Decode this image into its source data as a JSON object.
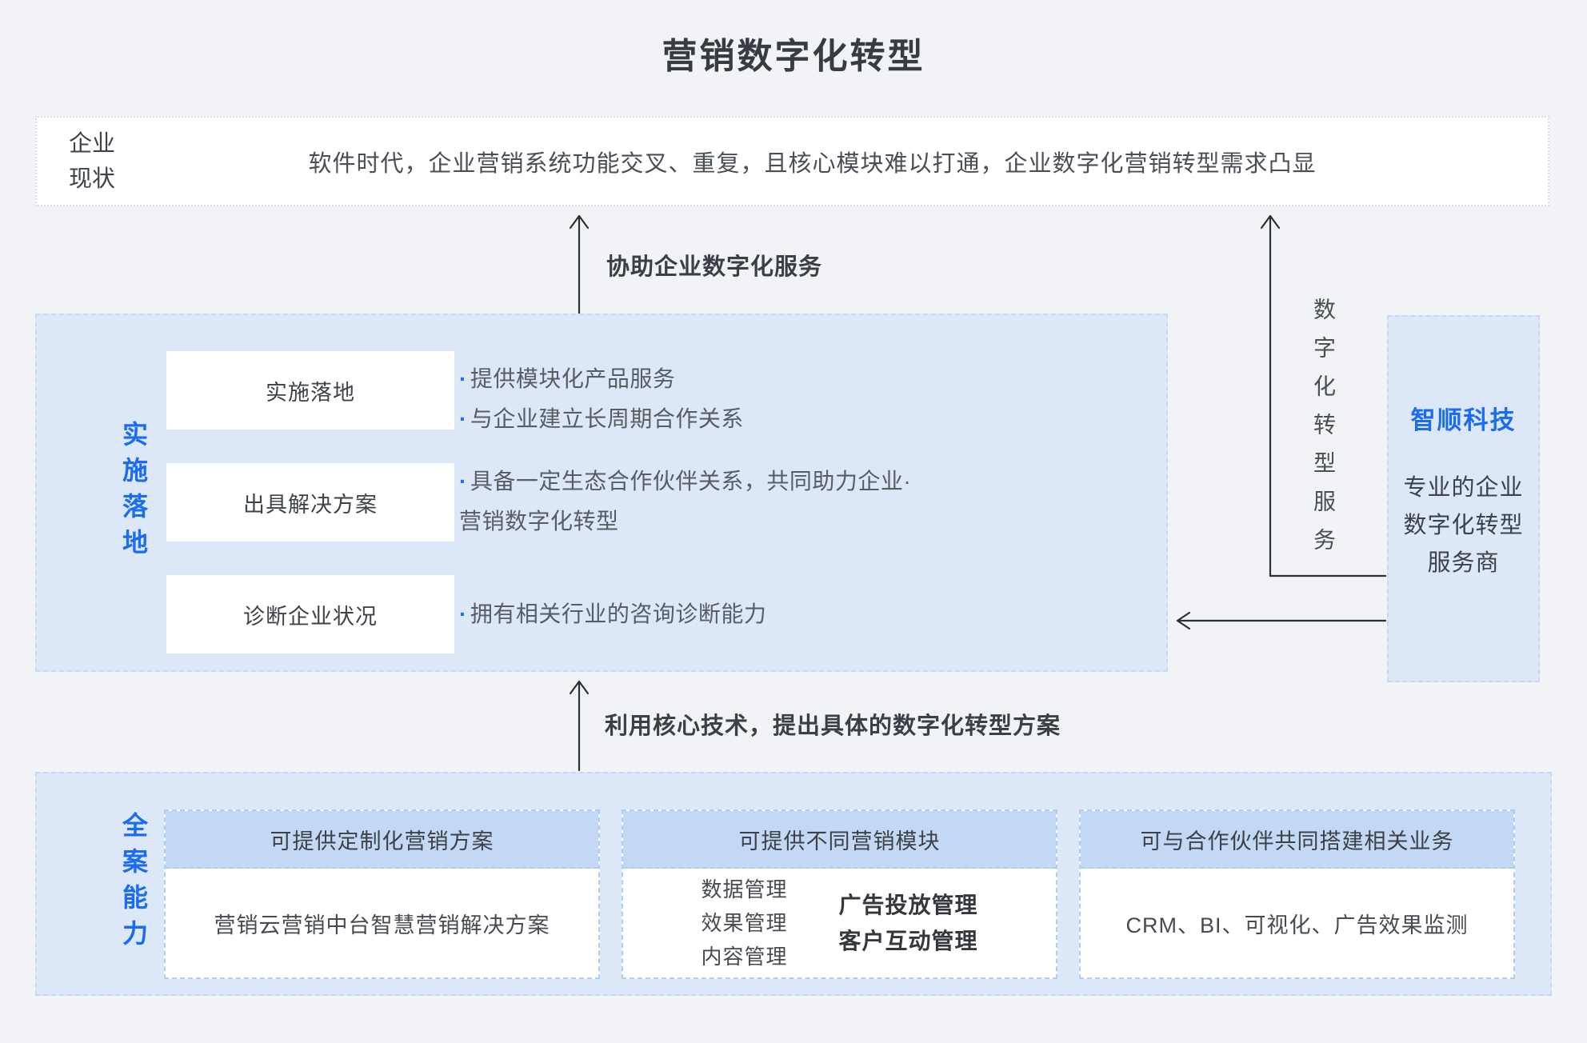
{
  "title": "营销数字化转型",
  "colors": {
    "background": "#f2f3f6",
    "accent_blue": "#1b6cf3",
    "section_bg": "#dce8f8",
    "section_border": "#c7d9f0",
    "card_header_bg": "#c2d8f4",
    "card_border": "#aecdf0",
    "status_border": "#d9dce1",
    "arrow": "#2c2f34",
    "text_dark": "#383c42",
    "text_body": "#4a4f56",
    "text_muted": "#585d64"
  },
  "status_box": {
    "label_line1": "企业",
    "label_line2": "现状",
    "text": "软件时代，企业营销系统功能交叉、重复，且核心模块难以打通，企业数字化营销转型需求凸显"
  },
  "arrows": {
    "assist_label": "协助企业数字化服务",
    "core_tech_label": "利用核心技术，提出具体的数字化转型方案",
    "digital_service_label": "数字化转型服务"
  },
  "implementation_section": {
    "side_label": "实施落地",
    "bullet_char": "·",
    "steps": [
      {
        "box": "实施落地",
        "bullets": [
          "提供模块化产品服务",
          "与企业建立长周期合作关系"
        ]
      },
      {
        "box": "出具解决方案",
        "bullets": [
          "具备一定生态合作伙伴关系，共同助力企业·"
        ],
        "continuation": "营销数字化转型"
      },
      {
        "box": "诊断企业状况",
        "bullets": [
          "拥有相关行业的咨询诊断能力"
        ]
      }
    ]
  },
  "vendor_box": {
    "name": "智顺科技",
    "desc_lines": [
      "专业的企业",
      "数字化转型",
      "服务商"
    ]
  },
  "capability_section": {
    "side_label": "全案能力",
    "cards": [
      {
        "header": "可提供定制化营销方案",
        "body": "营销云营销中台智慧营销解决方案"
      },
      {
        "header": "可提供不同营销模块",
        "col1": [
          "数据管理",
          "效果管理",
          "内容管理"
        ],
        "col2": [
          "广告投放管理",
          "客户互动管理"
        ]
      },
      {
        "header": "可与合作伙伴共同搭建相关业务",
        "body": "CRM、BI、可视化、广告效果监测"
      }
    ]
  }
}
